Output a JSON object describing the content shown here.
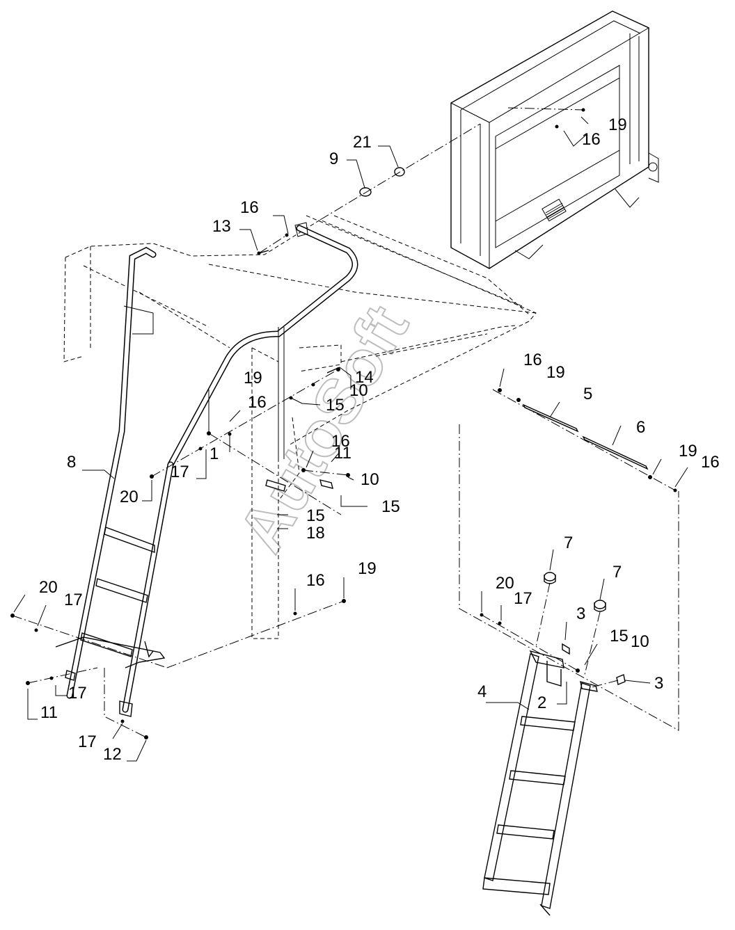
{
  "watermark": "AutoSoft",
  "callouts": [
    {
      "id": "c21",
      "text": "21"
    },
    {
      "id": "c9",
      "text": "9"
    },
    {
      "id": "c16a",
      "text": "16"
    },
    {
      "id": "c19a",
      "text": "19"
    },
    {
      "id": "c16b",
      "text": "16"
    },
    {
      "id": "c13",
      "text": "13"
    },
    {
      "id": "c14",
      "text": "14"
    },
    {
      "id": "c10a",
      "text": "10"
    },
    {
      "id": "c15a",
      "text": "15"
    },
    {
      "id": "c19b",
      "text": "19"
    },
    {
      "id": "c16c",
      "text": "16"
    },
    {
      "id": "c1",
      "text": "1"
    },
    {
      "id": "c17a",
      "text": "17"
    },
    {
      "id": "c8",
      "text": "8"
    },
    {
      "id": "c20a",
      "text": "20"
    },
    {
      "id": "c16d",
      "text": "16"
    },
    {
      "id": "c11a",
      "text": "11"
    },
    {
      "id": "c10b",
      "text": "10"
    },
    {
      "id": "c15b",
      "text": "15"
    },
    {
      "id": "c15c",
      "text": "15"
    },
    {
      "id": "c18",
      "text": "18"
    },
    {
      "id": "c16e",
      "text": "16"
    },
    {
      "id": "c19c",
      "text": "19"
    },
    {
      "id": "c5",
      "text": "5"
    },
    {
      "id": "c6",
      "text": "6"
    },
    {
      "id": "c19d",
      "text": "19"
    },
    {
      "id": "c16f",
      "text": "16"
    },
    {
      "id": "c16g",
      "text": "16"
    },
    {
      "id": "c19e",
      "text": "19"
    },
    {
      "id": "c20b",
      "text": "20"
    },
    {
      "id": "c17b",
      "text": "17"
    },
    {
      "id": "c17c",
      "text": "17"
    },
    {
      "id": "c11b",
      "text": "11"
    },
    {
      "id": "c17d",
      "text": "17"
    },
    {
      "id": "c12",
      "text": "12"
    },
    {
      "id": "c7a",
      "text": "7"
    },
    {
      "id": "c7b",
      "text": "7"
    },
    {
      "id": "c20c",
      "text": "20"
    },
    {
      "id": "c17e",
      "text": "17"
    },
    {
      "id": "c3a",
      "text": "3"
    },
    {
      "id": "c15d",
      "text": "15"
    },
    {
      "id": "c10c",
      "text": "10"
    },
    {
      "id": "c4",
      "text": "4"
    },
    {
      "id": "c2",
      "text": "2"
    },
    {
      "id": "c3b",
      "text": "3"
    }
  ]
}
